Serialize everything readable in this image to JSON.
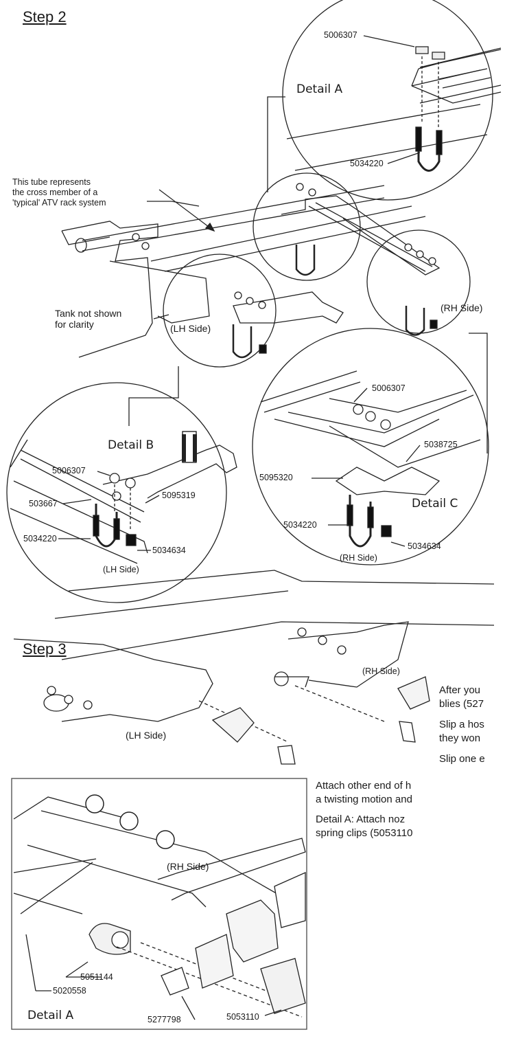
{
  "step2": {
    "title": "Step 2",
    "tube_note": [
      "This tube represents",
      "the cross member of a",
      "'typical' ATV rack system"
    ],
    "tank_note": [
      "Tank not shown",
      "for clarity"
    ],
    "lh_side": "(LH Side)",
    "rh_side": "(RH Side)",
    "detail_a": {
      "title": "Detail A",
      "nut": "5006307",
      "ubolt": "5034220"
    },
    "detail_b": {
      "title": "Detail B",
      "nut": "5006307",
      "bracket": "5095319",
      "rail": "503667",
      "ubolt": "5034220",
      "bolt": "5034634",
      "side": "(LH Side)"
    },
    "detail_c": {
      "title": "Detail C",
      "nut": "5006307",
      "rail": "5038725",
      "bracket": "5095320",
      "ubolt": "5034220",
      "bolt": "5034634",
      "side": "(RH Side)"
    }
  },
  "step3": {
    "title": "Step 3",
    "rh_side": "(RH Side)",
    "lh_side": "(LH Side)",
    "paragraphs": [
      [
        "After you",
        "blies (527"
      ],
      [
        "Slip a hos",
        "they won"
      ],
      [
        "Slip one e"
      ]
    ],
    "paragraph_full": [
      "Attach other end of h",
      "a twisting motion and"
    ],
    "detail_a_text": [
      "Detail A: Attach noz",
      "spring clips (5053110"
    ],
    "detail_a": {
      "title": "Detail A",
      "side": "(RH Side)",
      "clamp": "5051144",
      "hose": "5020558",
      "nozzle": "5277798",
      "clip": "5053110"
    }
  }
}
